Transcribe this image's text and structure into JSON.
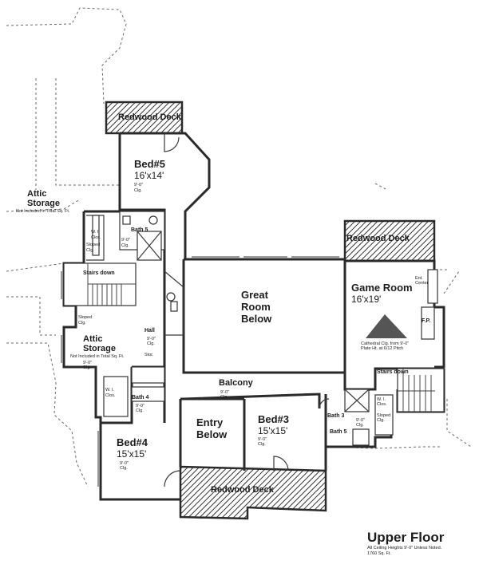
{
  "rooms": {
    "redwood_deck_top": "Redwood Deck",
    "redwood_deck_right": "Redwood Deck",
    "redwood_deck_bottom": "Redwood Deck",
    "bed5": {
      "name": "Bed#5",
      "size": "16'x14'",
      "ceiling": "9'-0\"",
      "ceiling_unit": "Clg."
    },
    "attic_left": {
      "name": "Attic",
      "name2": "Storage",
      "note": "Not Included in Total Sq. Ft."
    },
    "wi_clos_top": {
      "l1": "W. I.",
      "l2": "Clos."
    },
    "sloped_top": {
      "l1": "Sloped",
      "l2": "Clg."
    },
    "bath5": {
      "name": "Bath 5",
      "ceiling": "9'-0\"",
      "ceiling_unit": "Clg."
    },
    "stairs_left": "Stairs down",
    "great_room": {
      "l1": "Great",
      "l2": "Room",
      "l3": "Below"
    },
    "game_room": {
      "name": "Game Room",
      "size": "16'x19'",
      "ent1": "Ent.",
      "ent2": "Center",
      "fp": "F.P.",
      "cathedral": "Cathedral Clg. from 9'-0\"",
      "plate": "Plate Ht. at 6/12 Pitch"
    },
    "sloped_mid": {
      "l1": "Sloped",
      "l2": "Clg."
    },
    "attic_mid": {
      "name": "Attic",
      "name2": "Storage",
      "note": "Not Included in Total Sq. Ft.",
      "ceiling": "9'-0\"",
      "ceiling_unit": "Clg."
    },
    "hall": {
      "name": "Hall",
      "ceiling": "9'-0\"",
      "ceiling_unit": "Clg."
    },
    "stor": "Stor.",
    "balcony": {
      "name": "Balcony",
      "ceiling": "9'-0\"",
      "ceiling_unit": "Clg."
    },
    "stairs_right": "Stairs down",
    "wi_clos_mid": {
      "l1": "W. I.",
      "l2": "Clos."
    },
    "bath4": {
      "name": "Bath 4",
      "ceiling": "9'-0\"",
      "ceiling_unit": "Clg."
    },
    "entry": {
      "l1": "Entry",
      "l2": "Below"
    },
    "bed3": {
      "name": "Bed#3",
      "size": "15'x15'",
      "ceiling": "9'-0\"",
      "ceiling_unit": "Clg."
    },
    "bath3": {
      "name": "Bath 3",
      "ceiling": "9'-0\"",
      "ceiling_unit": "Clg."
    },
    "wi_clos_right": {
      "l1": "W. I.",
      "l2": "Clos."
    },
    "sloped_right": {
      "l1": "Sloped",
      "l2": "Clg."
    },
    "bath5b": "Bath 5",
    "bed4": {
      "name": "Bed#4",
      "size": "15'x15'",
      "ceiling": "9'-0\"",
      "ceiling_unit": "Clg."
    }
  },
  "title_block": {
    "title": "Upper Floor",
    "note": "All Ceiling Heights 9'-0\" Unless Noted.",
    "area": "1760 Sq. Ft."
  }
}
